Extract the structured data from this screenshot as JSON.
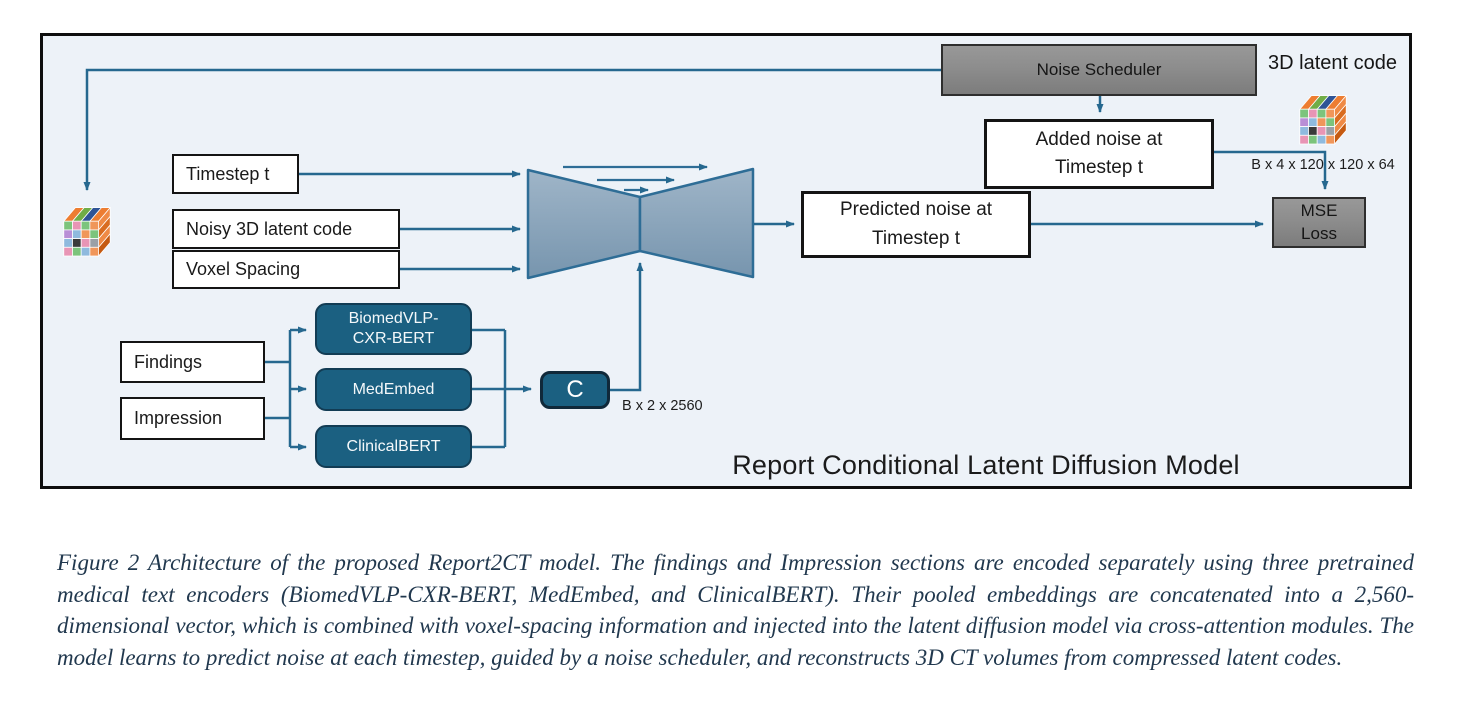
{
  "figure": {
    "panel_title": "Report Conditional Latent Diffusion Model",
    "nodes": {
      "noise_scheduler": "Noise Scheduler",
      "added_noise_line1": "Added noise at",
      "added_noise_line2": "Timestep t",
      "mse_line1": "MSE",
      "mse_line2": "Loss",
      "timestep": "Timestep t",
      "noisy_latent": "Noisy 3D latent code",
      "voxel_spacing": "Voxel Spacing",
      "predicted_line1": "Predicted noise at",
      "predicted_line2": "Timestep t",
      "findings": "Findings",
      "impression": "Impression",
      "encoder1_line1": "BiomedVLP-",
      "encoder1_line2": "CXR-BERT",
      "encoder2": "MedEmbed",
      "encoder3": "ClinicalBERT",
      "concat": "C"
    },
    "labels": {
      "latent_code": "3D latent code",
      "noise_dims": "B x 4 x 120 x 120 x 64",
      "embed_dims": "B x 2 x 2560"
    },
    "icons": {
      "latent_cube": "3d-latent-code-cube-icon",
      "unet": "unet-hourglass-shape",
      "skip_arrows": "skip-connection-arrows"
    },
    "colors": {
      "panel_bg": "#edf2f8",
      "panel_border": "#0e0e0e",
      "connector_blue": "#26688f",
      "teal_box": "#1b6081",
      "teal_border": "#123c54",
      "gray_box": "#8d8d8d",
      "unet_fill_top": "#9fb5c8",
      "unet_fill_bottom": "#7795ae",
      "caption_text": "#21384e"
    }
  },
  "caption": {
    "text": "Figure 2 Architecture of the proposed Report2CT model. The findings and Impression sections are encoded separately using three pretrained medical text encoders (BiomedVLP-CXR-BERT, MedEmbed, and ClinicalBERT). Their pooled embeddings are concatenated into a 2,560-dimensional vector, which is combined with voxel-spacing information and injected into the latent diffusion model via cross-attention modules. The model learns to predict noise at each timestep, guided by a noise scheduler, and reconstructs 3D CT volumes from compressed latent codes."
  }
}
